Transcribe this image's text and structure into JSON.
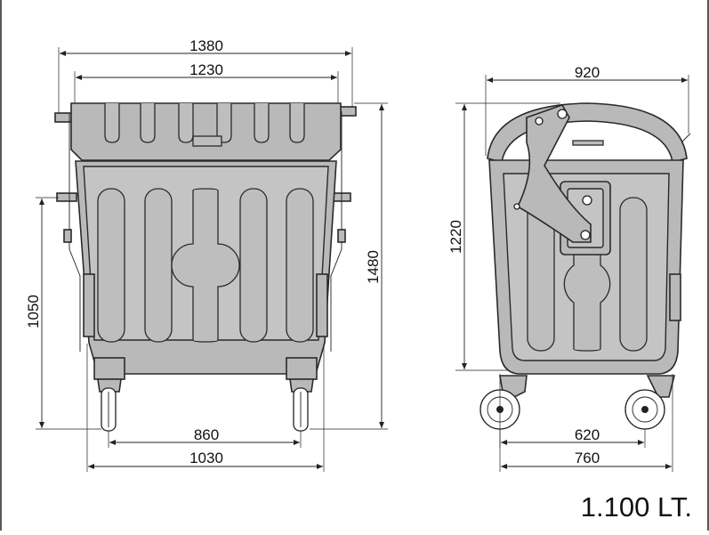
{
  "dimensions": {
    "front_top_width": "1380",
    "front_lid_width": "1230",
    "front_height_total": "1480",
    "front_height_body": "1050",
    "front_wheel_span": "860",
    "front_base_width": "1030",
    "side_width": "920",
    "side_height": "1220",
    "side_wheel_span": "620",
    "side_base_width": "760"
  },
  "caption": "1.100 LT.",
  "colors": {
    "line": "#222222",
    "body_fill": "#b9b9b9",
    "background": "#ffffff"
  }
}
